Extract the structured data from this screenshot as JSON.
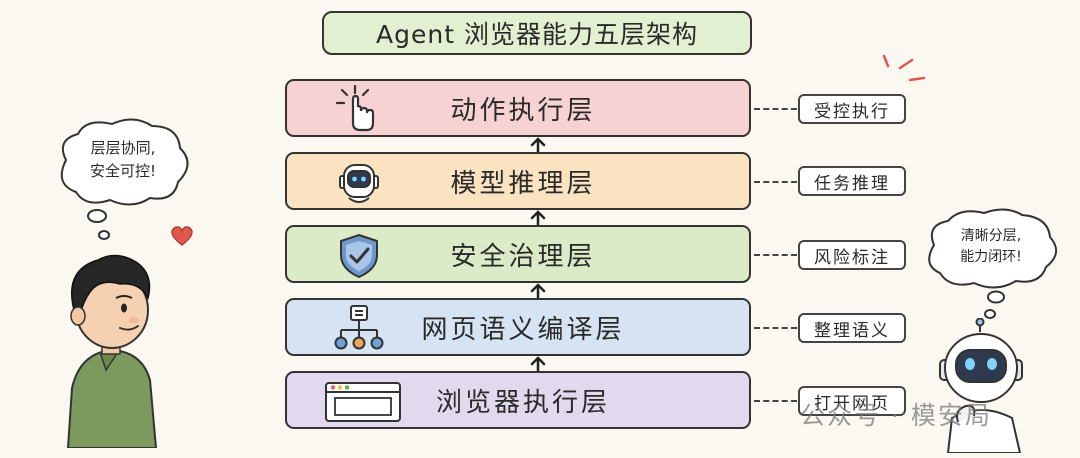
{
  "title": "Agent 浏览器能力五层架构",
  "layers": [
    {
      "label": "动作执行层",
      "tag": "受控执行",
      "color": "#f6d2d2",
      "icon": "pointer-click-icon"
    },
    {
      "label": "模型推理层",
      "tag": "任务推理",
      "color": "#fbe3c2",
      "icon": "robot-head-icon"
    },
    {
      "label": "安全治理层",
      "tag": "风险标注",
      "color": "#dcebc7",
      "icon": "shield-check-icon"
    },
    {
      "label": "网页语义编译层",
      "tag": "整理语义",
      "color": "#d5e3f3",
      "icon": "tree-structure-icon"
    },
    {
      "label": "浏览器执行层",
      "tag": "打开网页",
      "color": "#e3d9ee",
      "icon": "browser-window-icon"
    }
  ],
  "bubbles": {
    "left": {
      "line1": "层层协同,",
      "line2": "安全可控!"
    },
    "right": {
      "line1": "清晰分层,",
      "line2": "能力闭环!"
    }
  },
  "watermark": "公众号 · 模安局"
}
